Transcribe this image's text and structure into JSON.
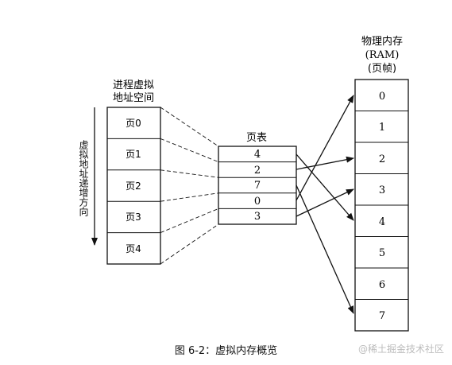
{
  "process_space": {
    "title_lines": [
      "进程虚拟",
      "地址空间"
    ],
    "pages": [
      "页0",
      "页1",
      "页2",
      "页3",
      "页4"
    ],
    "direction_label": "虚拟地址递增方向"
  },
  "page_table": {
    "title": "页表",
    "entries": [
      "4",
      "2",
      "7",
      "0",
      "3"
    ]
  },
  "physical_memory": {
    "title_lines": [
      "物理内存",
      "(RAM)",
      "(页帧)"
    ],
    "frames": [
      "0",
      "1",
      "2",
      "3",
      "4",
      "5",
      "6",
      "7"
    ]
  },
  "caption": "图 6-2：虚拟内存概览",
  "watermark": "@稀土掘金技术社区"
}
